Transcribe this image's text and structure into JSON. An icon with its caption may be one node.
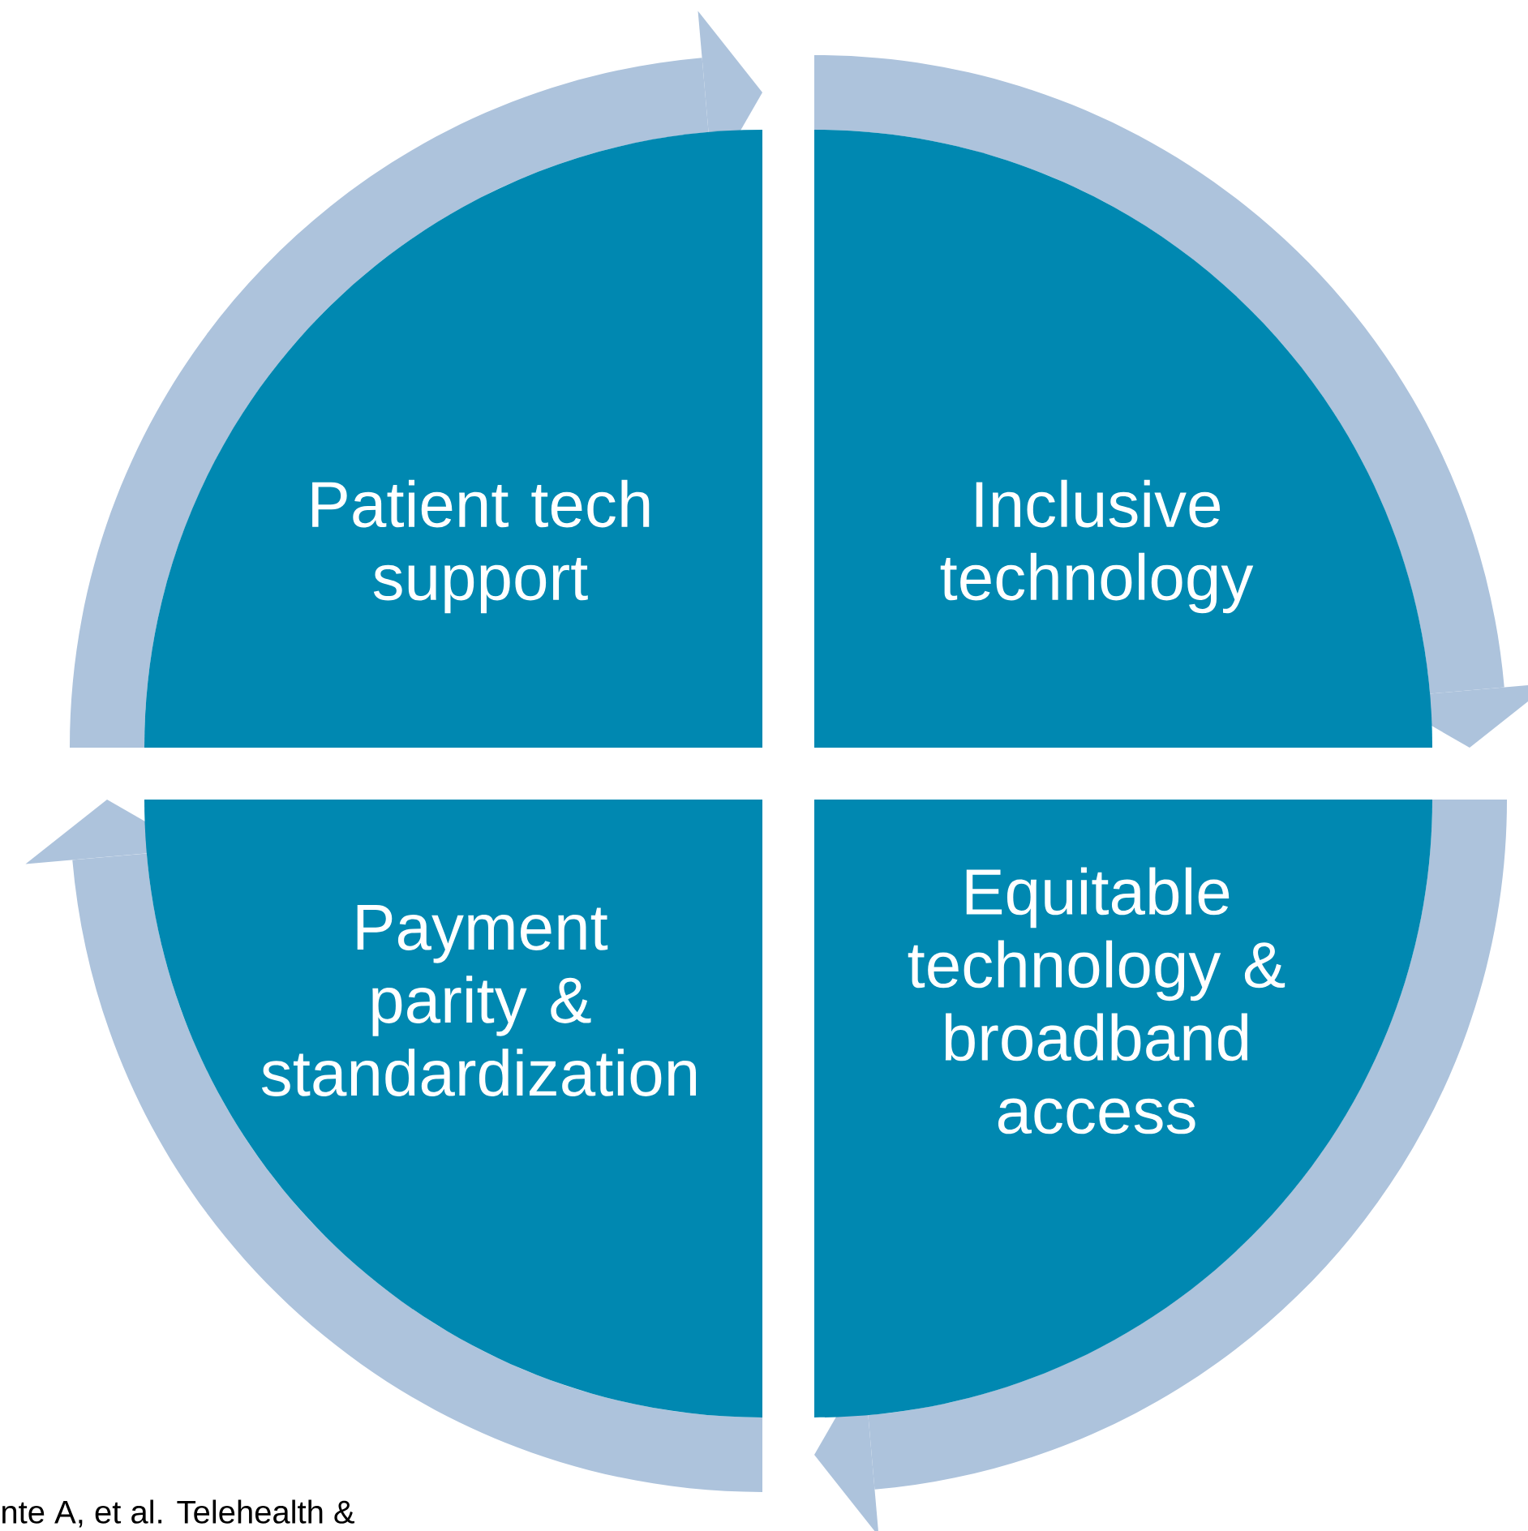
{
  "diagram": {
    "nodes": [
      {
        "text": [
          "Patient tech support"
        ]
      },
      {
        "text": [
          "Inclusive technology"
        ]
      },
      {
        "text": [
          "Payment parity & standardization"
        ]
      },
      {
        "text": [
          "Equitable technology & broadband access"
        ]
      }
    ],
    "edges": [
      {
        "from": 0,
        "to": 1,
        "arrow": "to"
      },
      {
        "from": 1,
        "to": 3,
        "arrow": "to"
      },
      {
        "from": 3,
        "to": 2,
        "arrow": "to"
      },
      {
        "from": 2,
        "to": 0,
        "arrow": "to"
      }
    ],
    "labels": [
      "nte A, et al. Telehealth &"
    ]
  }
}
